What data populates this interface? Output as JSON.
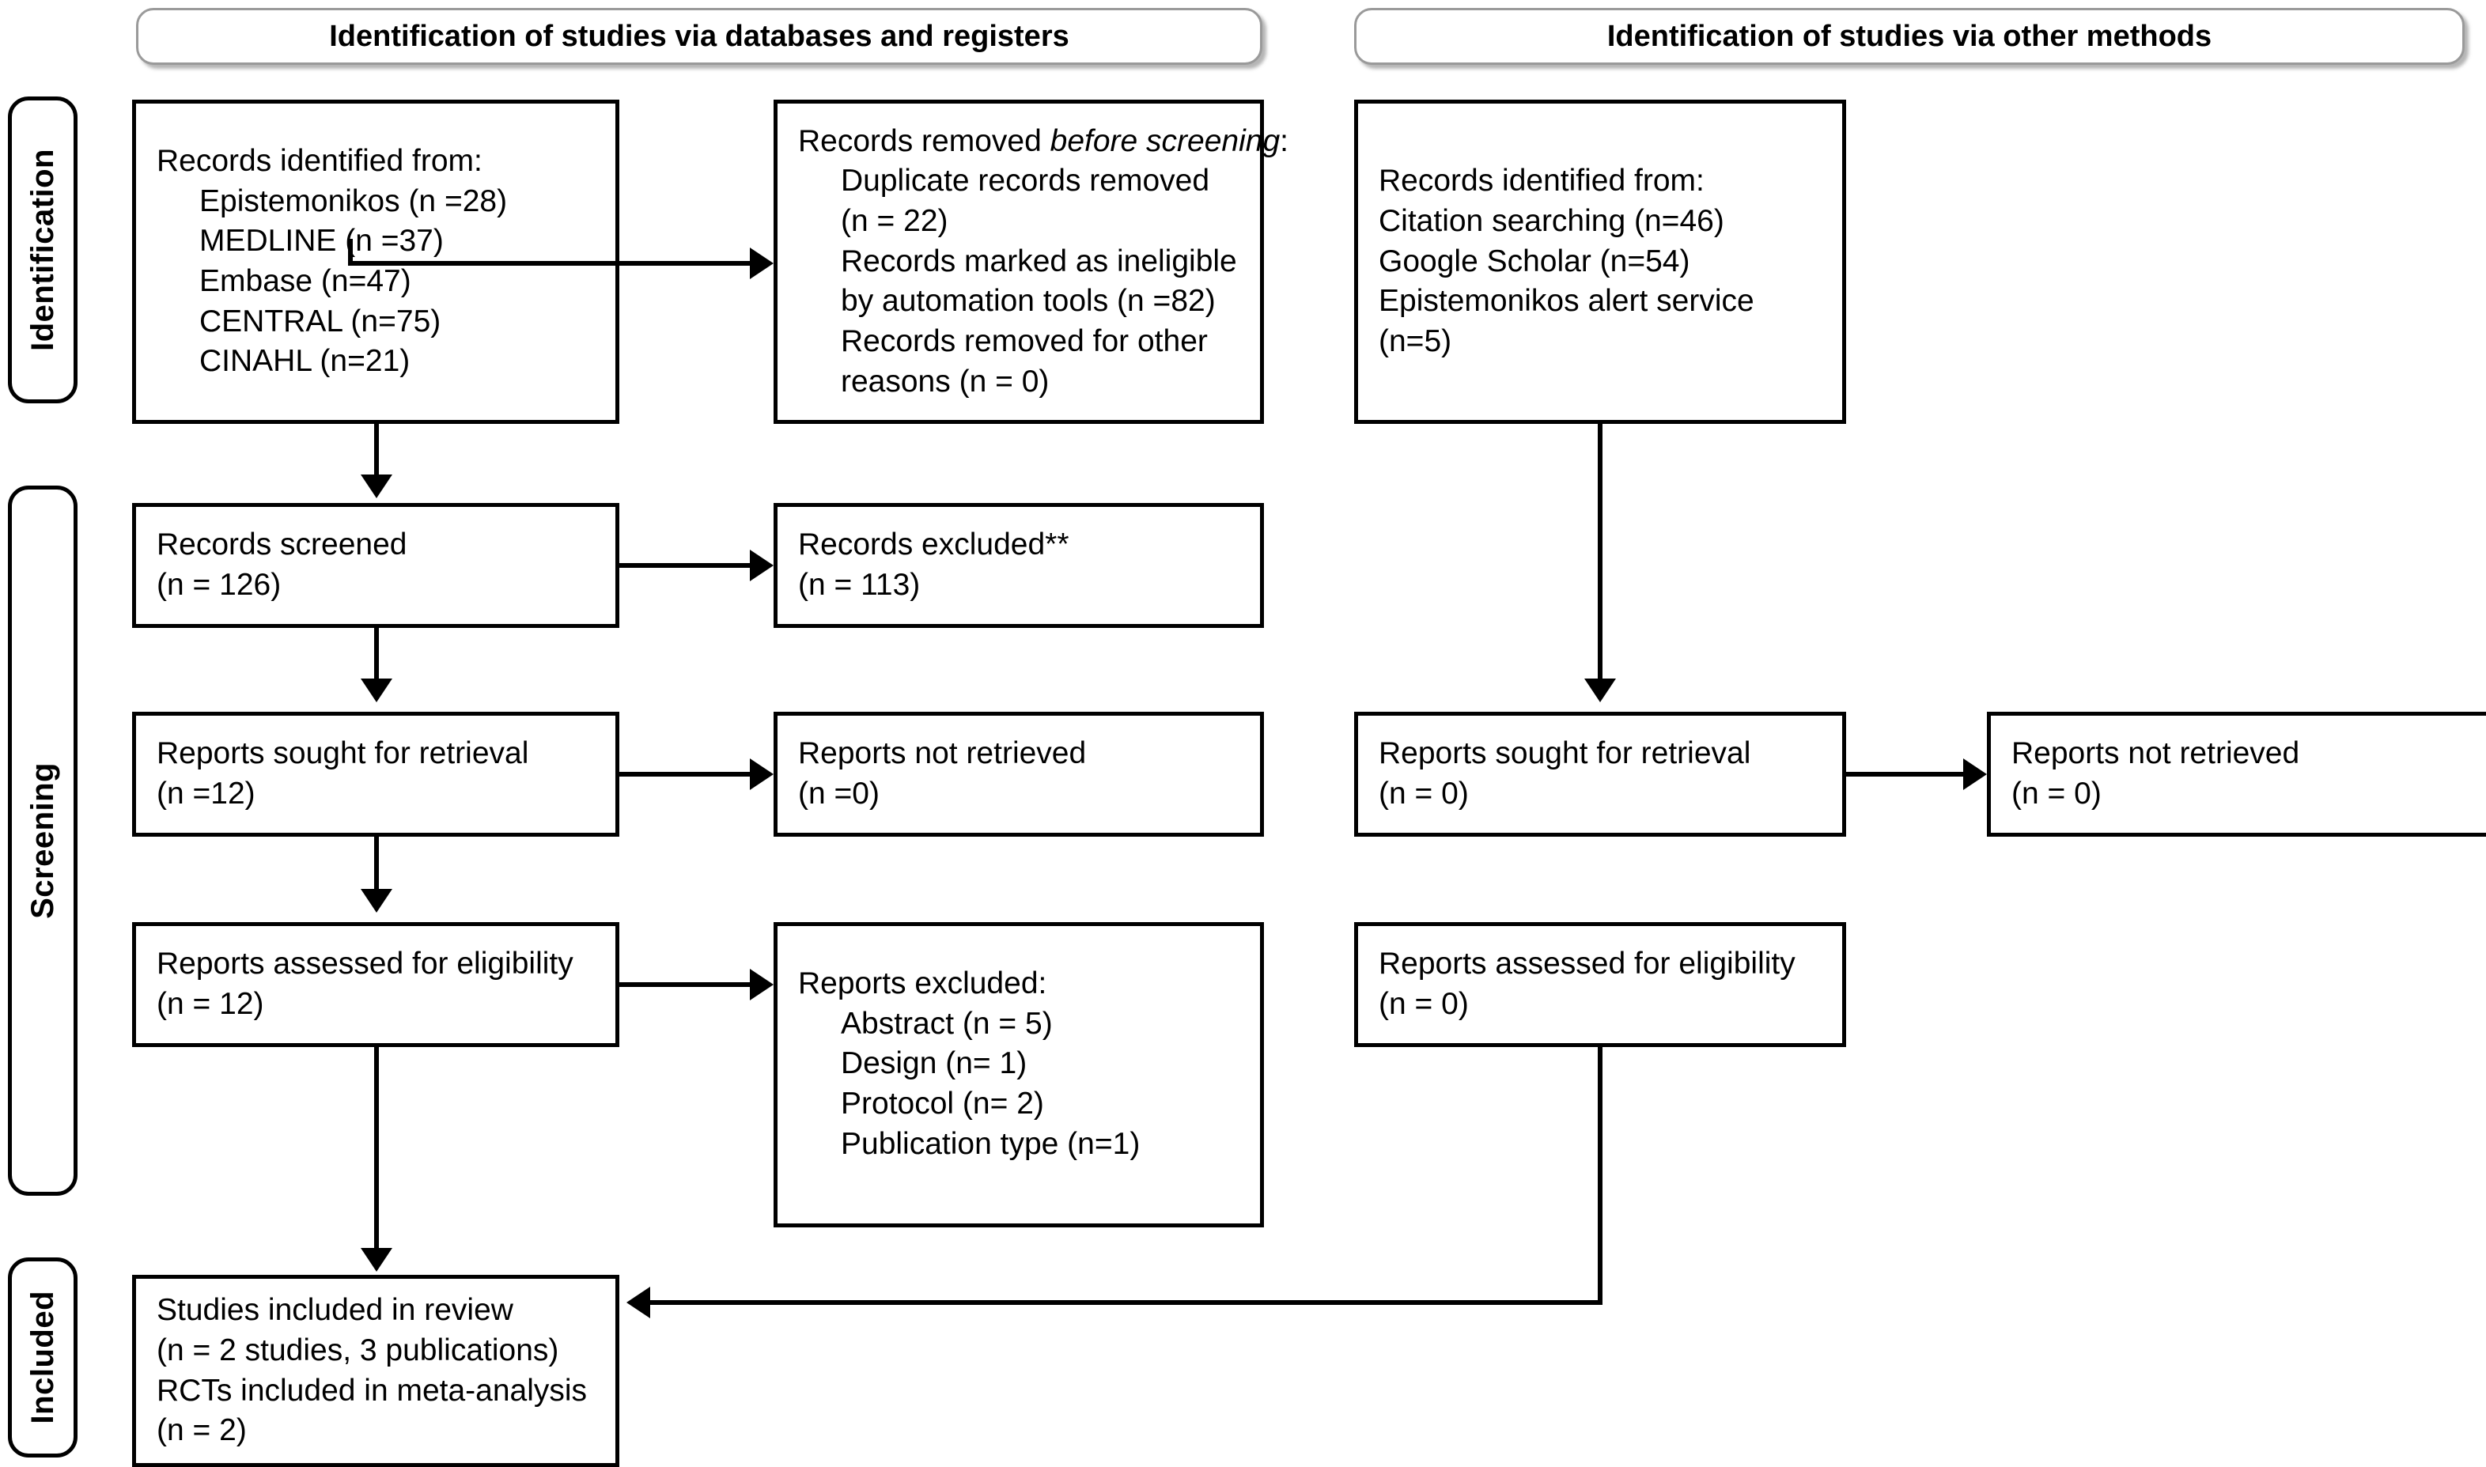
{
  "headers": {
    "databases": "Identification of studies via databases and registers",
    "other": "Identification of studies via other methods"
  },
  "stages": {
    "identification": "Identification",
    "screening": "Screening",
    "included": "Included"
  },
  "db_column": {
    "identified": {
      "title": "Records identified from:",
      "items": [
        "Epistemonikos (n =28)",
        "MEDLINE (n =37)",
        "Embase (n=47)",
        "CENTRAL (n=75)",
        "CINAHL (n=21)"
      ]
    },
    "removed": {
      "title_a": "Records removed ",
      "title_b": "before screening",
      "title_c": ":",
      "items": [
        "Duplicate records removed (n = 22)",
        "Records marked as ineligible by automation tools (n =82)",
        "Records removed for other reasons (n = 0)"
      ]
    },
    "screened": {
      "line1": "Records screened",
      "line2": "(n = 126)"
    },
    "excluded": {
      "line1": "Records excluded**",
      "line2": "(n = 113)"
    },
    "sought": {
      "line1": "Reports sought for retrieval",
      "line2": "(n =12)"
    },
    "not_retrieved": {
      "line1": "Reports not retrieved",
      "line2": "(n =0)"
    },
    "assessed": {
      "line1": "Reports assessed for eligibility",
      "line2": "(n = 12)"
    },
    "reports_excluded": {
      "title": "Reports excluded:",
      "items": [
        "Abstract (n = 5)",
        "Design (n= 1)",
        "Protocol (n= 2)",
        "Publication type (n=1)"
      ]
    },
    "studies_included": {
      "line1": "Studies included in review",
      "line2": "(n = 2 studies, 3 publications)",
      "line3": "RCTs included in meta-analysis",
      "line4": "(n = 2)"
    }
  },
  "other_column": {
    "identified": {
      "title": "Records identified from:",
      "items": [
        "Citation searching (n=46)",
        "Google Scholar (n=54)",
        "Epistemonikos alert service (n=5)"
      ]
    },
    "sought": {
      "line1": "Reports sought for retrieval",
      "line2": "(n = 0)"
    },
    "not_retrieved": {
      "line1": "Reports not retrieved",
      "line2": "(n = 0)"
    },
    "assessed": {
      "line1": "Reports assessed for eligibility",
      "line2": "(n = 0)"
    }
  },
  "colors": {
    "border": "#000000",
    "banner_border": "#9a9a9a",
    "background": "#ffffff",
    "text": "#000000"
  }
}
